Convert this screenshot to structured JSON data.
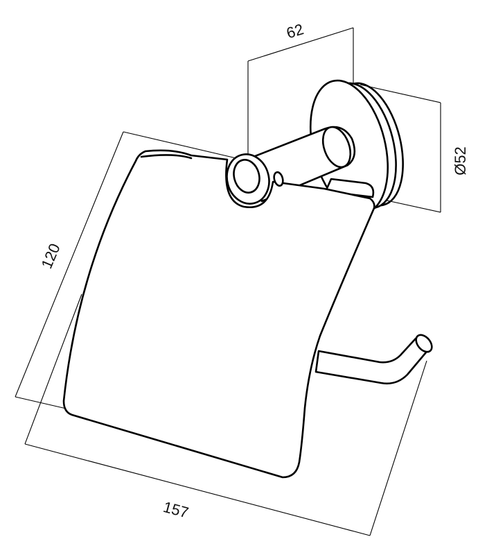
{
  "dimensions": {
    "depth": "62",
    "rosette_diameter": "Ø52",
    "height": "120",
    "width": "157"
  }
}
